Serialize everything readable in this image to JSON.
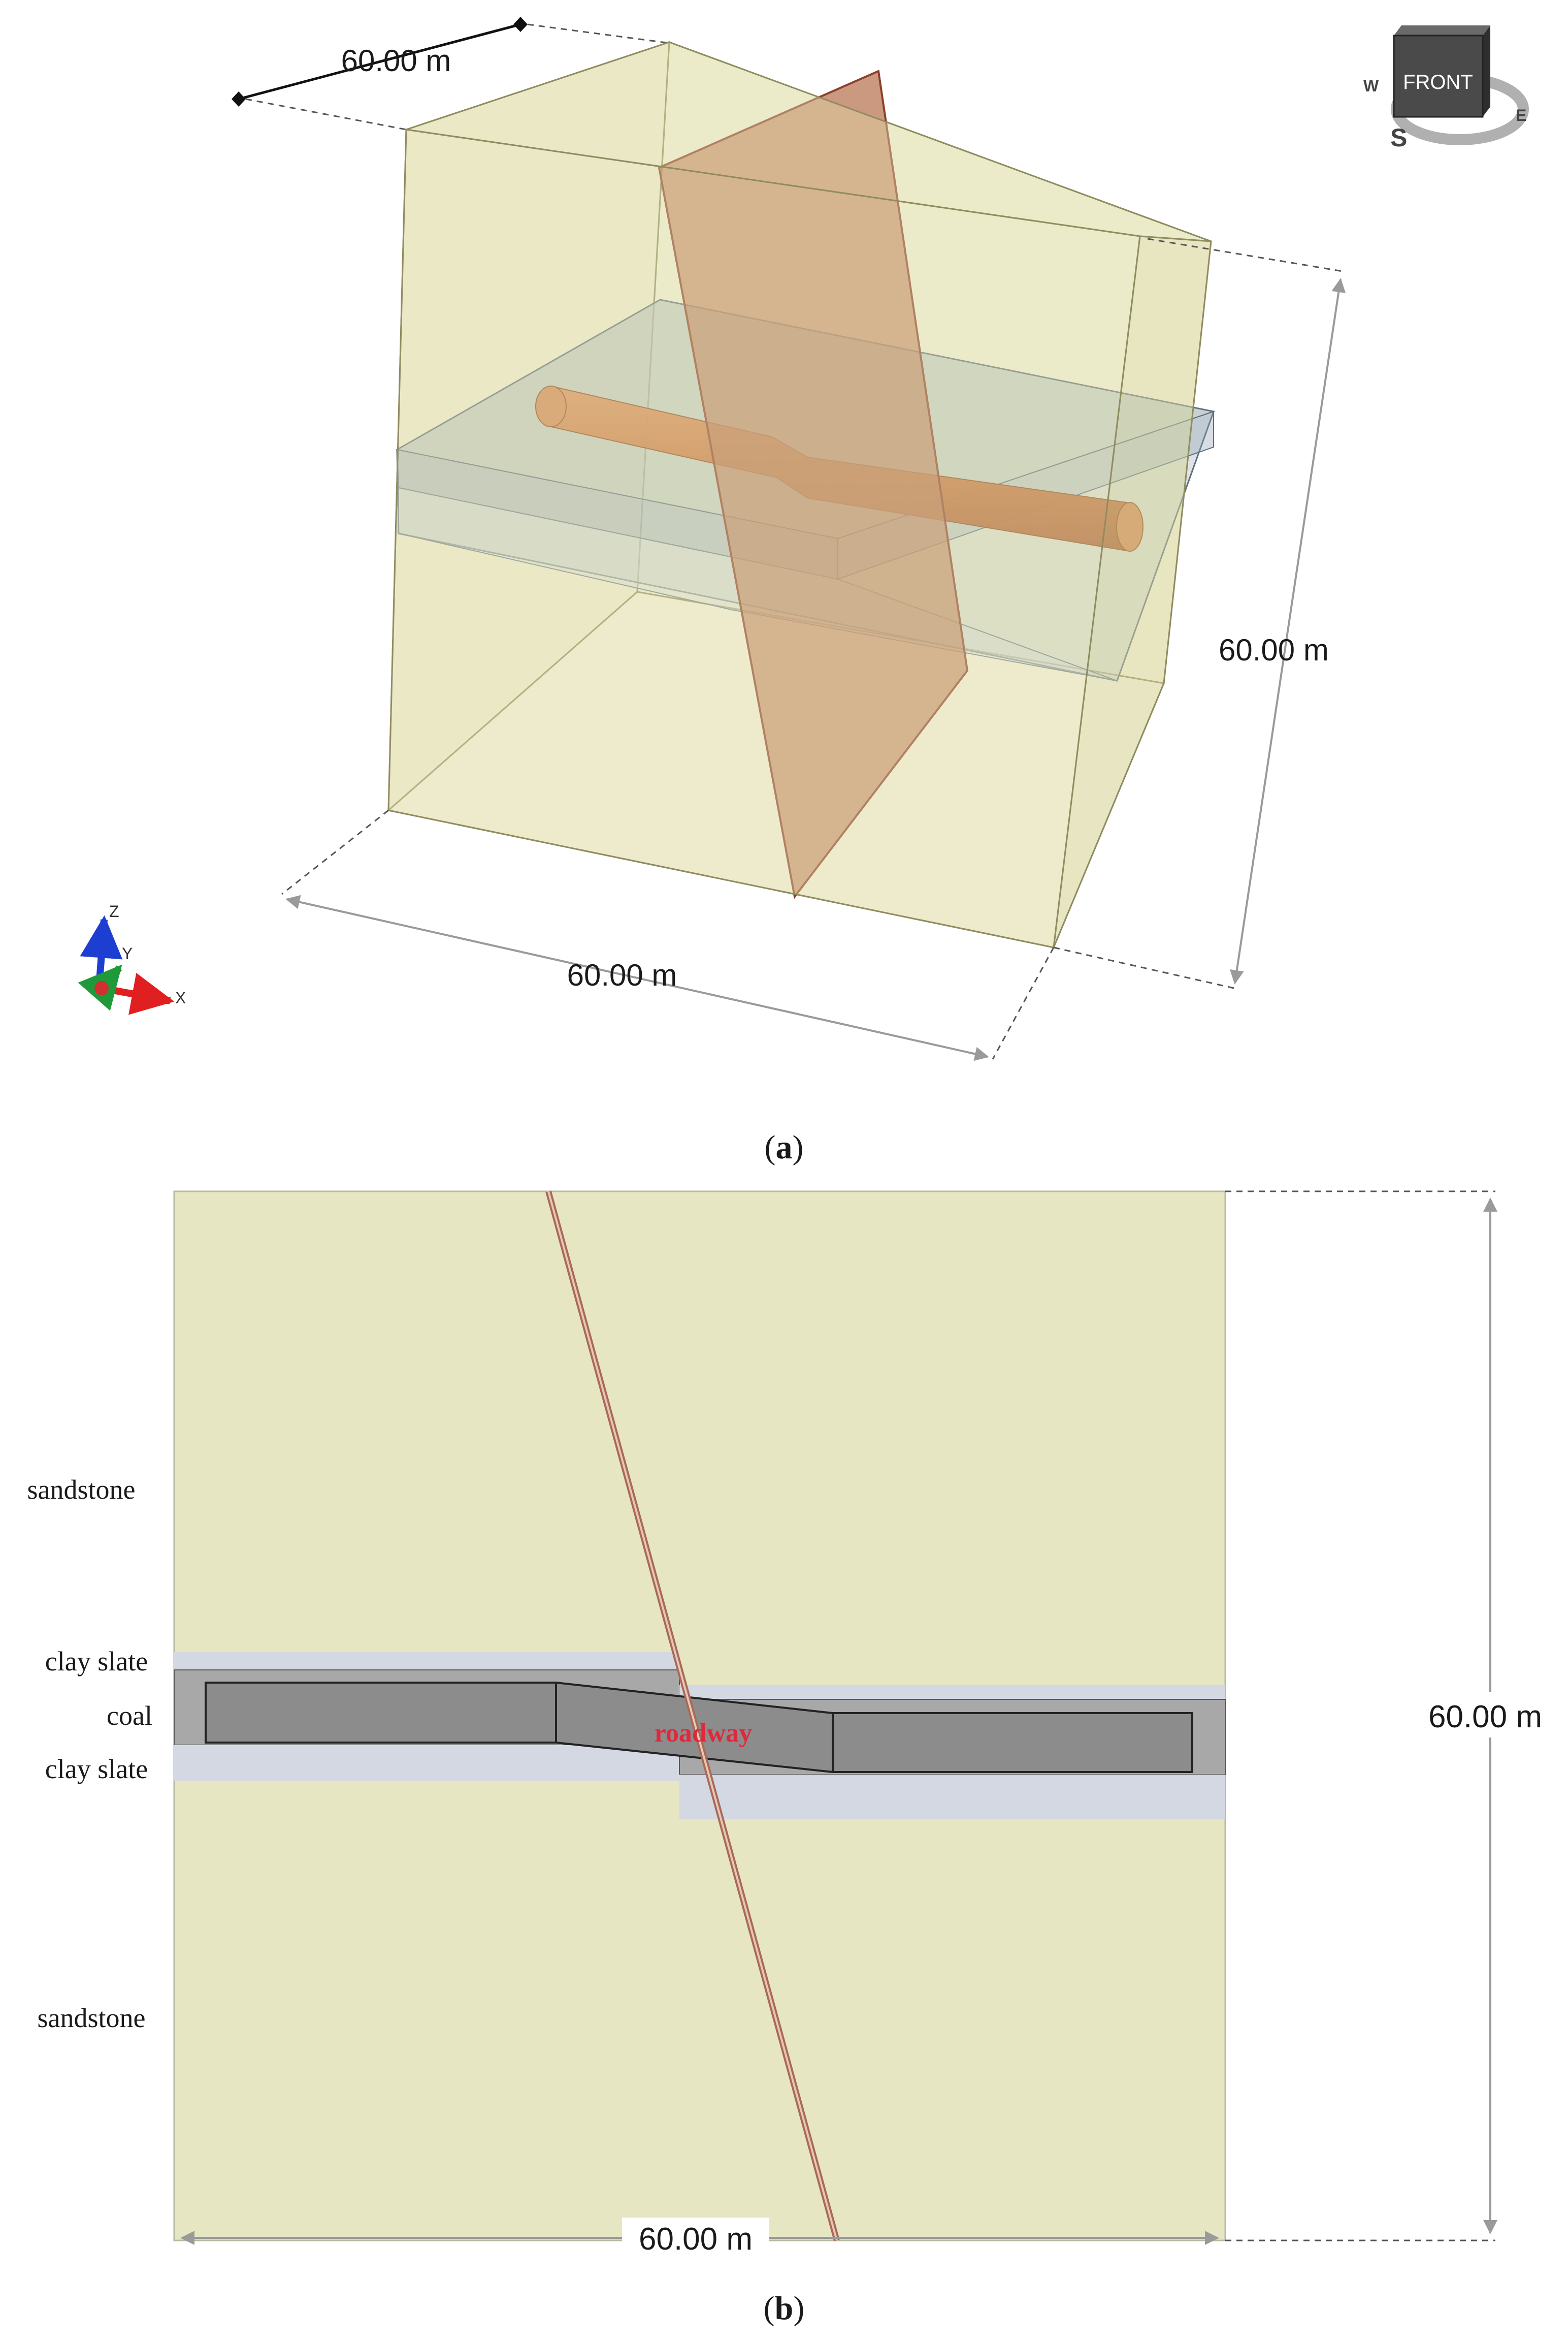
{
  "panel_a": {
    "caption_letter": "a",
    "dimension_top": "60.00 m",
    "dimension_right": "60.00 m",
    "dimension_bottom": "60.00 m",
    "view_cube": {
      "face_label": "FRONT",
      "compass": [
        "W",
        "S",
        "E"
      ]
    },
    "axes": [
      "Z",
      "Y",
      "X"
    ],
    "colors": {
      "rock": "#e6e4b8",
      "fault": "#b5724f",
      "roadway": "#c8743e",
      "seam": "#a9b7c4"
    }
  },
  "panel_b": {
    "caption_letter": "b",
    "dimension_right": "60.00 m",
    "dimension_bottom": "60.00 m",
    "layers": {
      "sandstone_top": "sandstone",
      "clay_slate_top": "clay slate",
      "coal": "coal",
      "clay_slate_bottom": "clay slate",
      "sandstone_bottom": "sandstone"
    },
    "roadway_label": "roadway",
    "colors": {
      "sandstone": "#e6e6c3",
      "clay_slate": "#d3d8e3",
      "coal": "#9e9e9e",
      "fault": "#a86a58",
      "roadway_text": "#e0283a"
    }
  }
}
